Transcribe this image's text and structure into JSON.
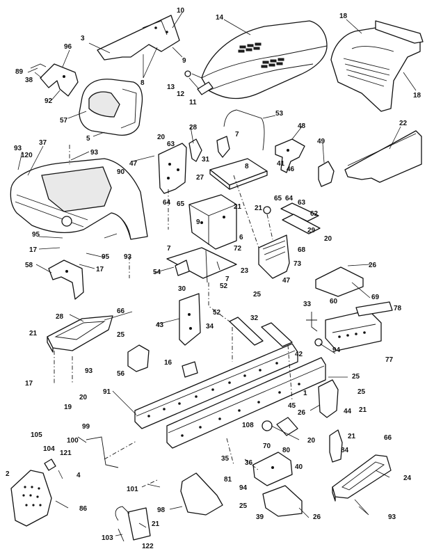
{
  "callouts": [
    {
      "id": "c1",
      "text": "10"
    },
    {
      "id": "c2",
      "text": "3"
    },
    {
      "id": "c3",
      "text": "9"
    },
    {
      "id": "c4",
      "text": "8"
    },
    {
      "id": "c5",
      "text": "14"
    },
    {
      "id": "c6",
      "text": "18"
    },
    {
      "id": "c7",
      "text": "18"
    },
    {
      "id": "c8",
      "text": "96"
    },
    {
      "id": "c9",
      "text": "89"
    },
    {
      "id": "c10",
      "text": "38"
    },
    {
      "id": "c11",
      "text": "92"
    },
    {
      "id": "c12",
      "text": "57"
    },
    {
      "id": "c13",
      "text": "5"
    },
    {
      "id": "c14",
      "text": "13"
    },
    {
      "id": "c15",
      "text": "12"
    },
    {
      "id": "c16",
      "text": "11"
    },
    {
      "id": "c17",
      "text": "53"
    },
    {
      "id": "c18",
      "text": "22"
    },
    {
      "id": "c19",
      "text": "93"
    },
    {
      "id": "c20",
      "text": "120"
    },
    {
      "id": "c21",
      "text": "37"
    },
    {
      "id": "c22",
      "text": "93"
    },
    {
      "id": "c23",
      "text": "47"
    },
    {
      "id": "c24",
      "text": "90"
    },
    {
      "id": "c25",
      "text": "20"
    },
    {
      "id": "c26",
      "text": "63"
    },
    {
      "id": "c27",
      "text": "28"
    },
    {
      "id": "c28",
      "text": "7"
    },
    {
      "id": "c29",
      "text": "31"
    },
    {
      "id": "c30",
      "text": "8"
    },
    {
      "id": "c31",
      "text": "48"
    },
    {
      "id": "c32",
      "text": "41"
    },
    {
      "id": "c33",
      "text": "46"
    },
    {
      "id": "c34",
      "text": "49"
    },
    {
      "id": "c35",
      "text": "27"
    },
    {
      "id": "c36",
      "text": "64"
    },
    {
      "id": "c37",
      "text": "65"
    },
    {
      "id": "c38",
      "text": "21"
    },
    {
      "id": "c39",
      "text": "21"
    },
    {
      "id": "c40",
      "text": "65"
    },
    {
      "id": "c41",
      "text": "64"
    },
    {
      "id": "c42",
      "text": "63"
    },
    {
      "id": "c43",
      "text": "62"
    },
    {
      "id": "c44",
      "text": "9"
    },
    {
      "id": "c45",
      "text": "6"
    },
    {
      "id": "c46",
      "text": "29"
    },
    {
      "id": "c47",
      "text": "20"
    },
    {
      "id": "c48",
      "text": "95"
    },
    {
      "id": "c49",
      "text": "93"
    },
    {
      "id": "c50",
      "text": "72"
    },
    {
      "id": "c51",
      "text": "68"
    },
    {
      "id": "c52",
      "text": "17"
    },
    {
      "id": "c53",
      "text": "95"
    },
    {
      "id": "c54",
      "text": "7"
    },
    {
      "id": "c55",
      "text": "23"
    },
    {
      "id": "c56",
      "text": "73"
    },
    {
      "id": "c57",
      "text": "58"
    },
    {
      "id": "c58",
      "text": "17"
    },
    {
      "id": "c59",
      "text": "54"
    },
    {
      "id": "c60",
      "text": "7"
    },
    {
      "id": "c61",
      "text": "47"
    },
    {
      "id": "c62",
      "text": "26"
    },
    {
      "id": "c63",
      "text": "30"
    },
    {
      "id": "c64",
      "text": "52"
    },
    {
      "id": "c65",
      "text": "69"
    },
    {
      "id": "c66",
      "text": "28"
    },
    {
      "id": "c67",
      "text": "66"
    },
    {
      "id": "c68",
      "text": "43"
    },
    {
      "id": "c69",
      "text": "52"
    },
    {
      "id": "c70",
      "text": "25"
    },
    {
      "id": "c71",
      "text": "33"
    },
    {
      "id": "c72",
      "text": "60"
    },
    {
      "id": "c73",
      "text": "78"
    },
    {
      "id": "c74",
      "text": "34"
    },
    {
      "id": "c75",
      "text": "32"
    },
    {
      "id": "c76",
      "text": "21"
    },
    {
      "id": "c77",
      "text": "25"
    },
    {
      "id": "c78",
      "text": "56"
    },
    {
      "id": "c79",
      "text": "94"
    },
    {
      "id": "c80",
      "text": "77"
    },
    {
      "id": "c81",
      "text": "17"
    },
    {
      "id": "c82",
      "text": "93"
    },
    {
      "id": "c83",
      "text": "16"
    },
    {
      "id": "c84",
      "text": "42"
    },
    {
      "id": "c85",
      "text": "25"
    },
    {
      "id": "c86",
      "text": "20"
    },
    {
      "id": "c87",
      "text": "19"
    },
    {
      "id": "c88",
      "text": "91"
    },
    {
      "id": "c89",
      "text": "1"
    },
    {
      "id": "c90",
      "text": "25"
    },
    {
      "id": "c91",
      "text": "21"
    },
    {
      "id": "c92",
      "text": "45"
    },
    {
      "id": "c93",
      "text": "26"
    },
    {
      "id": "c94",
      "text": "44"
    },
    {
      "id": "c95",
      "text": "99"
    },
    {
      "id": "c96",
      "text": "108"
    },
    {
      "id": "c97",
      "text": "105"
    },
    {
      "id": "c98",
      "text": "104"
    },
    {
      "id": "c99",
      "text": "100"
    },
    {
      "id": "c100",
      "text": "70"
    },
    {
      "id": "c101",
      "text": "80"
    },
    {
      "id": "c102",
      "text": "20"
    },
    {
      "id": "c103",
      "text": "21"
    },
    {
      "id": "c104",
      "text": "66"
    },
    {
      "id": "c105",
      "text": "121"
    },
    {
      "id": "c106",
      "text": "35"
    },
    {
      "id": "c107",
      "text": "36"
    },
    {
      "id": "c108",
      "text": "84"
    },
    {
      "id": "c109",
      "text": "2"
    },
    {
      "id": "c110",
      "text": "4"
    },
    {
      "id": "c111",
      "text": "40"
    },
    {
      "id": "c112",
      "text": "24"
    },
    {
      "id": "c113",
      "text": "101"
    },
    {
      "id": "c114",
      "text": "81"
    },
    {
      "id": "c115",
      "text": "94"
    },
    {
      "id": "c116",
      "text": "86"
    },
    {
      "id": "c117",
      "text": "98"
    },
    {
      "id": "c118",
      "text": "25"
    },
    {
      "id": "c119",
      "text": "39"
    },
    {
      "id": "c120",
      "text": "26"
    },
    {
      "id": "c121",
      "text": "21"
    },
    {
      "id": "c122",
      "text": "93"
    },
    {
      "id": "c123",
      "text": "103"
    },
    {
      "id": "c124",
      "text": "122"
    }
  ]
}
